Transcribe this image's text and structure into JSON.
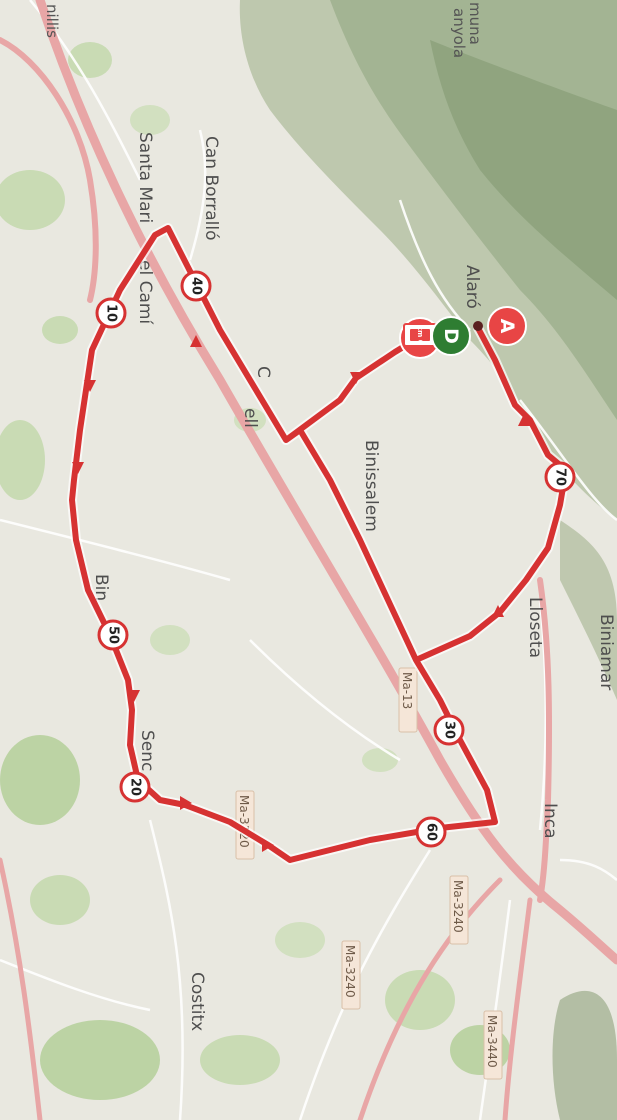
{
  "map": {
    "places": {
      "santa_maria": "Santa Mari",
      "del_cami": "el Camí",
      "can_borrallo": "Can Borralló",
      "alaro": "Alaró",
      "binissalem": "Binissalem",
      "lloseta": "Lloseta",
      "biniamar": "Biniamar",
      "inca": "Inca",
      "costitx": "Costitx",
      "binali": "Bin",
      "sencelles": "Senc",
      "consell": "C",
      "consell_end": "ell",
      "top_left": "nillis",
      "top_right_1": "muna",
      "top_right_2": "anyola"
    },
    "roads": {
      "ma13": "Ma-13",
      "ma3240_a": "Ma-3240",
      "ma3240_b": "Ma-3240",
      "ma3440": "Ma-3440",
      "ma3120": "Ma-3120"
    },
    "km_markers": [
      "10",
      "20",
      "30",
      "40",
      "50",
      "60",
      "70"
    ],
    "markers": {
      "start_label": "A",
      "start_color": "#e84545",
      "finish_label": "D",
      "finish_color": "#2e7d32",
      "km0_label": "km 0",
      "km0_color": "#e84545"
    },
    "route_color": "#d63232"
  }
}
